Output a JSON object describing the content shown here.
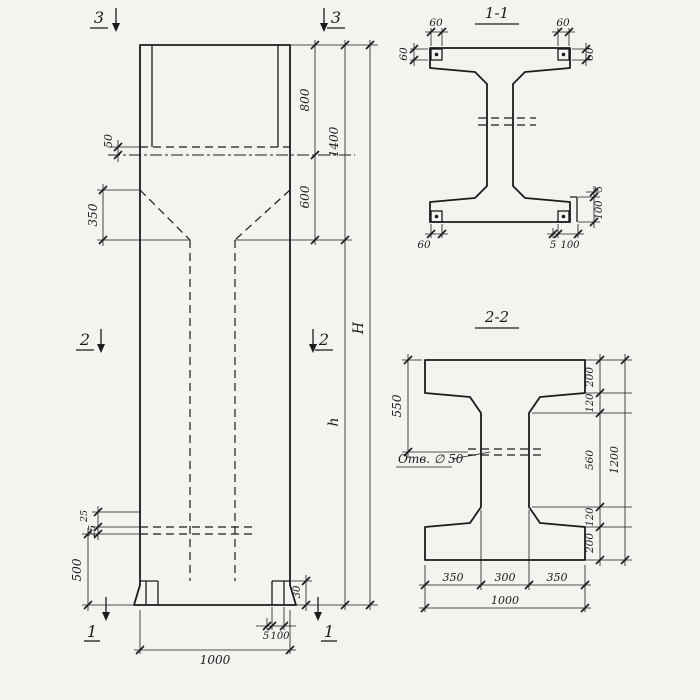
{
  "background": "#f4f3f0",
  "ink": "#1b1b1b",
  "elevation": {
    "markers": {
      "m3": "3",
      "m2": "2",
      "m1": "1"
    },
    "dims": {
      "d50": "50",
      "d350": "350",
      "d25a": "25",
      "d25b": "25",
      "d500": "500",
      "d800": "800",
      "d600": "600",
      "d1400": "1400",
      "dH": "H",
      "dh": "h",
      "d30": "30",
      "d5": "5",
      "d100": "100",
      "d1000": "1000"
    }
  },
  "section11": {
    "title": "1-1",
    "dims": {
      "tl_top": "60",
      "tl_side": "60",
      "tr_top": "60",
      "tr_side": "60",
      "bl": "60",
      "br5": "5",
      "br100": "100",
      "r100": "100",
      "r5": "5"
    }
  },
  "section22": {
    "title": "2-2",
    "hole": "Отв. ∅ 50",
    "dims": {
      "left550": "550",
      "r200t": "200",
      "r120t": "120",
      "r560": "560",
      "r120b": "120",
      "r200b": "200",
      "r1200": "1200",
      "b350l": "350",
      "b300": "300",
      "b350r": "350",
      "b1000": "1000"
    }
  }
}
